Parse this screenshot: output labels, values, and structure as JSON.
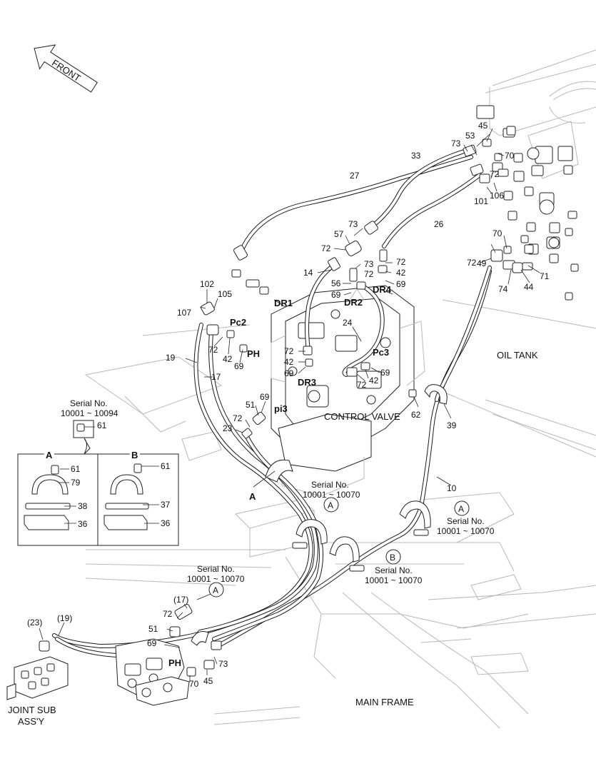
{
  "front_label": "FRONT",
  "oil_tank": "OIL TANK",
  "control_valve": "CONTROL VALVE",
  "main_frame": "MAIN FRAME",
  "joint_sub": {
    "line1": "JOINT SUB",
    "line2": "ASS'Y"
  },
  "ports": {
    "dr1": "DR1",
    "dr2": "DR2",
    "dr3": "DR3",
    "dr4": "DR4",
    "pc2": "Pc2",
    "pc3": "Pc3",
    "ph": "PH",
    "ph2": "PH",
    "pi3": "pi3"
  },
  "serial": {
    "label": "Serial No.",
    "range1": "10001 ~ 10094",
    "range2": "10001 ~ 10070"
  },
  "detail": {
    "a": "A",
    "b": "B"
  },
  "callout_a": "A",
  "callout_b": "B",
  "parts": {
    "p10": "10",
    "p14": "14",
    "p17": "17",
    "p19": "19",
    "p23": "23",
    "p24": "24",
    "p26": "26",
    "p27": "27",
    "p33": "33",
    "p36": "36",
    "p37": "37",
    "p38": "38",
    "p39": "39",
    "p42": "42",
    "p44": "44",
    "p45": "45",
    "p49": "49",
    "p51": "51",
    "p53": "53",
    "p56": "56",
    "p57": "57",
    "p61": "61",
    "p62": "62",
    "p69": "69",
    "p70": "70",
    "p71": "71",
    "p72": "72",
    "p73": "73",
    "p74": "74",
    "p79": "79",
    "p101": "101",
    "p102": "102",
    "p105": "105",
    "p106": "106",
    "p107": "107",
    "p17r": "(17)",
    "p19r": "(19)",
    "p23r": "(23)"
  }
}
